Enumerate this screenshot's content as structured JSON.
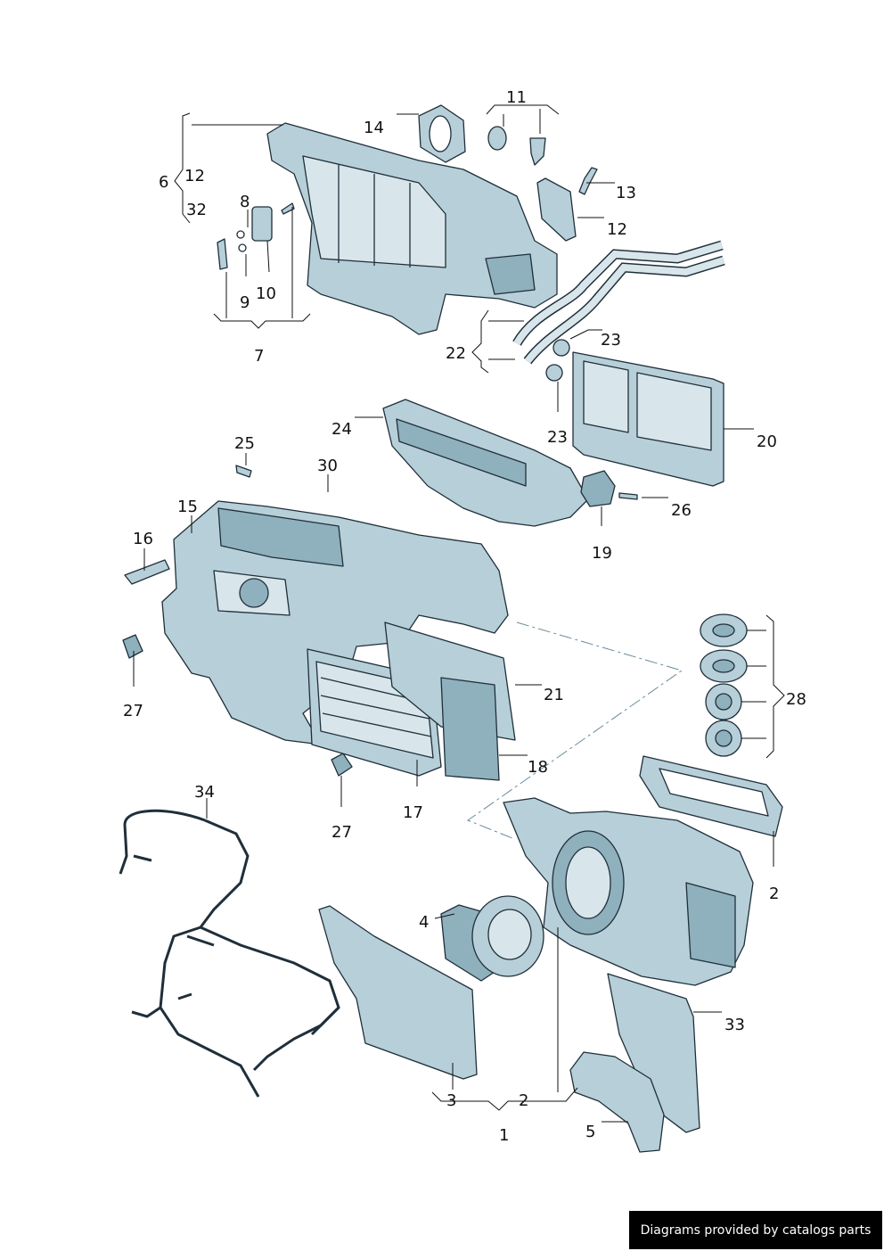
{
  "callouts": {
    "c1": "1",
    "c2a": "2",
    "c2b": "2",
    "c3": "3",
    "c4": "4",
    "c5": "5",
    "c6": "6",
    "c7": "7",
    "c8": "8",
    "c9": "9",
    "c10": "10",
    "c11": "11",
    "c12a": "12",
    "c12b": "12",
    "c13": "13",
    "c14": "14",
    "c15": "15",
    "c16": "16",
    "c17": "17",
    "c18": "18",
    "c19": "19",
    "c20": "20",
    "c21": "21",
    "c22": "22",
    "c23a": "23",
    "c23b": "23",
    "c24": "24",
    "c25": "25",
    "c26": "26",
    "c27a": "27",
    "c27b": "27",
    "c28": "28",
    "c30": "30",
    "c32": "32",
    "c33": "33",
    "c34": "34"
  },
  "footer": {
    "text": "Diagrams provided by catalogs parts"
  },
  "colors": {
    "part_fill": "#b7cfd8",
    "part_shade": "#8fb0bd",
    "part_light": "#d8e6eb",
    "ink": "#1f2f3a"
  }
}
